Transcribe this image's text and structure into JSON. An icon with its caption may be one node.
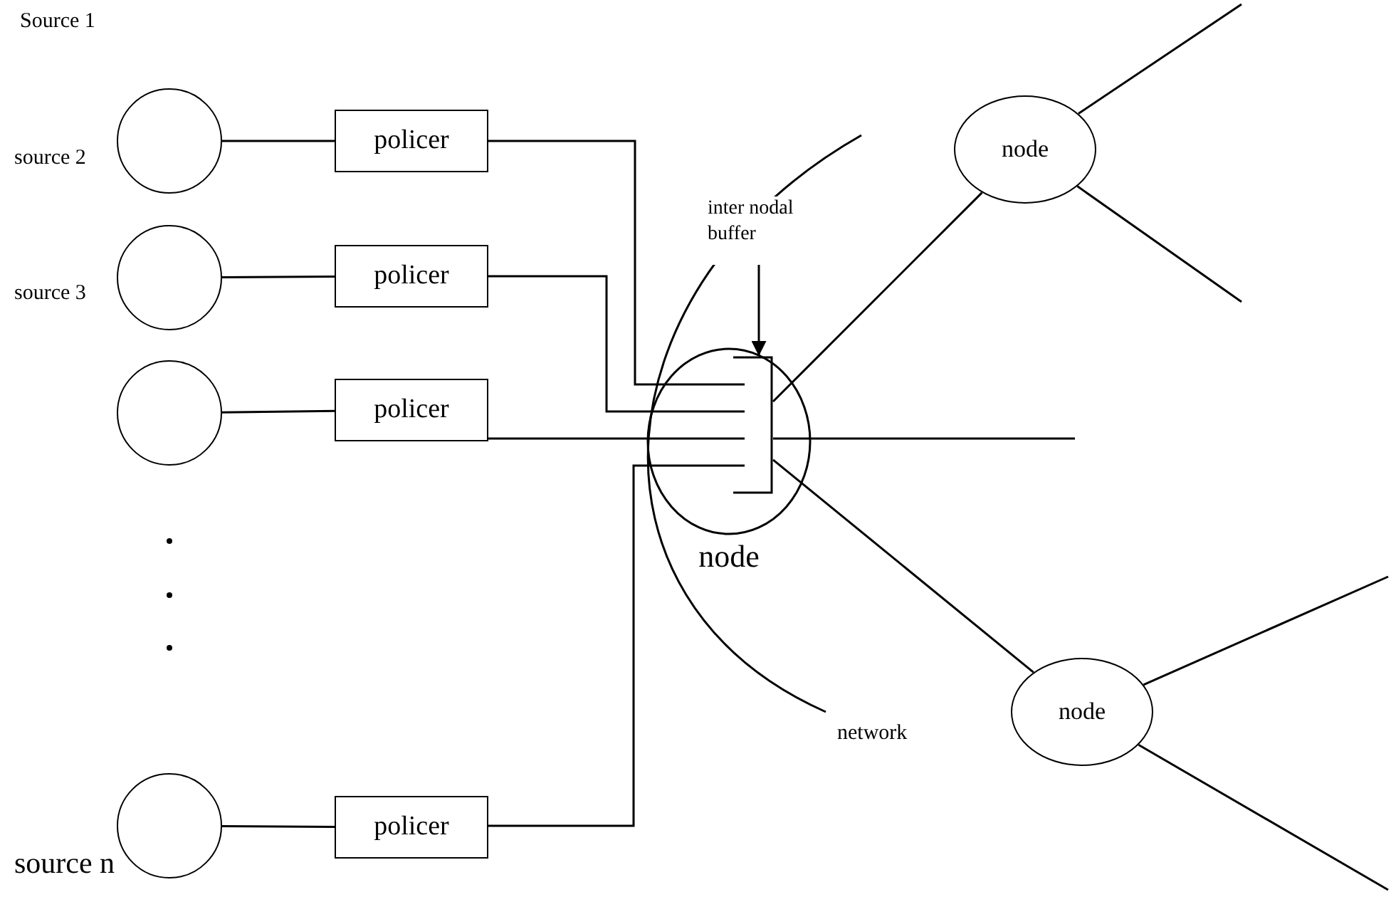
{
  "diagram": {
    "nodes": [
      {
        "text": [],
        "shape": "circle"
      },
      {
        "text": [
          "policer"
        ]
      },
      {
        "text": [],
        "shape": "circle"
      },
      {
        "text": [
          "policer"
        ]
      },
      {
        "text": [],
        "shape": "circle"
      },
      {
        "text": [
          "policer"
        ]
      },
      {
        "text": [],
        "shape": "circle"
      },
      {
        "text": [
          "policer"
        ]
      },
      {
        "text": [
          "node"
        ]
      },
      {
        "text": [],
        "shape": "box",
        "in": 8
      },
      {
        "text": [
          "inter nodal buffer"
        ]
      },
      {
        "text": [
          "node"
        ]
      },
      {
        "text": [
          "node"
        ]
      }
    ],
    "edges": [
      {
        "from": 0,
        "to": 1,
        "arrow": "none"
      },
      {
        "from": 2,
        "to": 3,
        "arrow": "none"
      },
      {
        "from": 4,
        "to": 5,
        "arrow": "none"
      },
      {
        "from": 6,
        "to": 7,
        "arrow": "none"
      },
      {
        "from": 1,
        "to": 9,
        "arrow": "none"
      },
      {
        "from": 3,
        "to": 9,
        "arrow": "none"
      },
      {
        "from": 5,
        "to": 9,
        "arrow": "none"
      },
      {
        "from": 7,
        "to": 9,
        "arrow": "none"
      },
      {
        "from": 10,
        "to": 9,
        "arrow": "to"
      },
      {
        "from": 9,
        "to": 11,
        "arrow": "none"
      },
      {
        "from": 9,
        "to": 12,
        "arrow": "none"
      },
      {
        "from": 9,
        "to": null,
        "arrow": "none"
      },
      {
        "from": 11,
        "to": null,
        "arrow": "none"
      },
      {
        "from": 11,
        "to": null,
        "arrow": "none"
      },
      {
        "from": 12,
        "to": null,
        "arrow": "none"
      },
      {
        "from": 12,
        "to": null,
        "arrow": "none"
      }
    ],
    "labels": [
      "Source 1",
      "source 2",
      "source 3",
      "network",
      "source n"
    ]
  }
}
